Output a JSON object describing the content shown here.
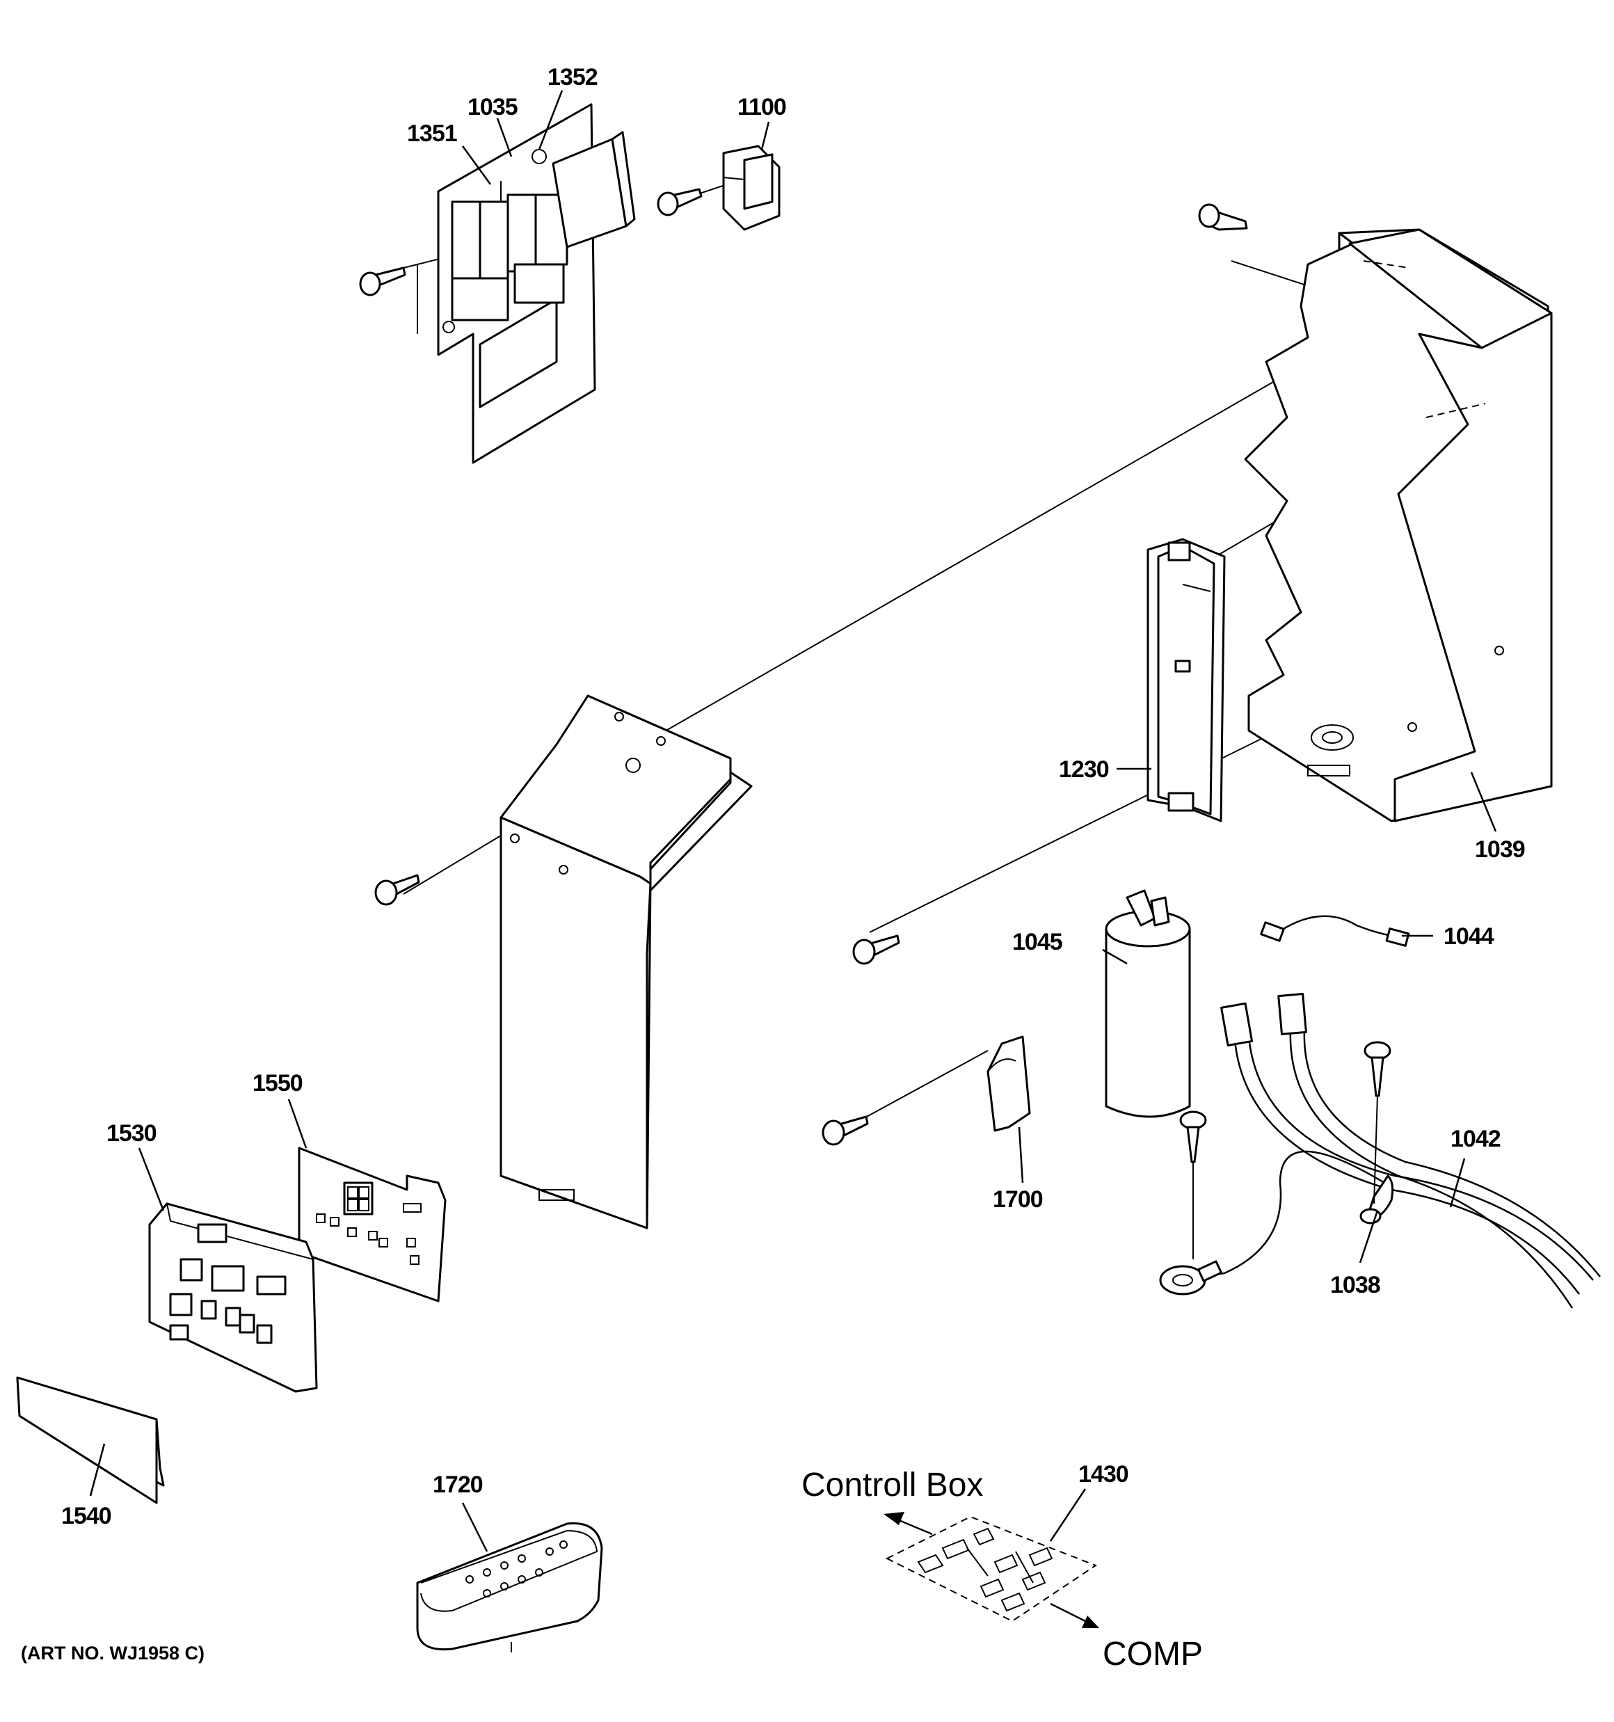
{
  "labels": {
    "p1352": "1352",
    "p1035": "1035",
    "p1351": "1351",
    "p1100": "1100",
    "p1230": "1230",
    "p1039": "1039",
    "p1045": "1045",
    "p1044": "1044",
    "p1042": "1042",
    "p1038": "1038",
    "p1700": "1700",
    "p1550": "1550",
    "p1530": "1530",
    "p1540": "1540",
    "p1720": "1720",
    "p1430": "1430"
  },
  "annotations": {
    "control_box": "Controll Box",
    "comp": "COMP",
    "art_no": "(ART NO. WJ1958 C)"
  }
}
